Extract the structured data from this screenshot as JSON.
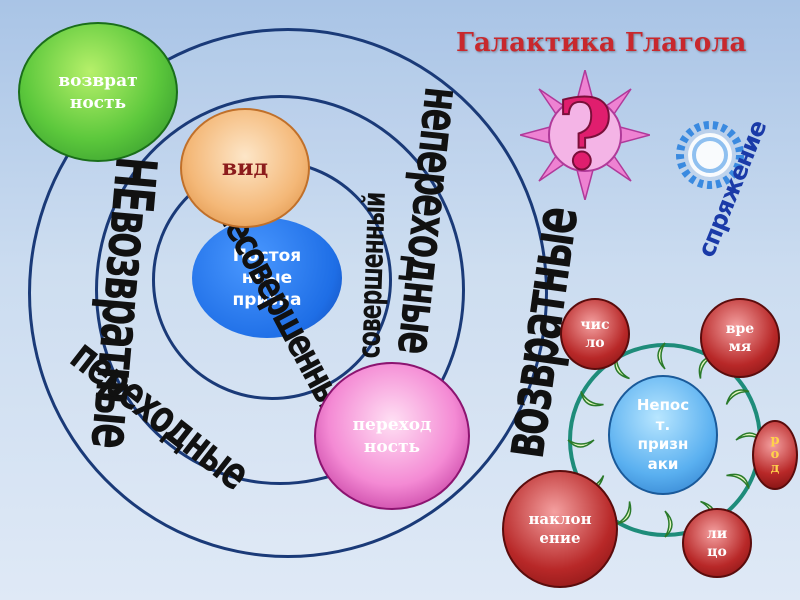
{
  "title": "Галактика Глагола",
  "diagram": {
    "outer_ring_label_left": "НЕвозвратные",
    "outer_ring_label_right": "возвратные",
    "middle_ring_label_right": "непереходные",
    "middle_ring_label_bottom": "переходные",
    "inner_label_1": "совершенный",
    "inner_label_2": "несовершенный",
    "core_line1": "Постоя",
    "core_line2": "нные",
    "core_line3": "призна",
    "bubble_vozvrat_1": "возврат",
    "bubble_vozvrat_2": "ность",
    "bubble_vid": "вид",
    "bubble_perehod_1": "переход",
    "bubble_perehod_2": "ность",
    "spryazhenie": "спряжение",
    "question_mark": "?"
  },
  "flower": {
    "center_1": "Непос",
    "center_2": "т.",
    "center_3": "призн",
    "center_4": "аки",
    "chislo_1": "чис",
    "chislo_2": "ло",
    "vremya_1": "вре",
    "vremya_2": "мя",
    "rod_1": "р",
    "rod_2": "о",
    "rod_3": "д",
    "litso_1": "ли",
    "litso_2": "цо",
    "naklonenie_1": "наклон",
    "naklonenie_2": "ение"
  },
  "colors": {
    "title": "#c8282d",
    "green_bubble": "#3cb43c",
    "orange_bubble": "#e89a5a",
    "pink_bubble": "#d23ca0",
    "core_blue": "#1e6ee6",
    "dark_red": "#8c1c1c",
    "ring_navy": "#1a3a78",
    "teal_ring": "#1e8c7a"
  }
}
